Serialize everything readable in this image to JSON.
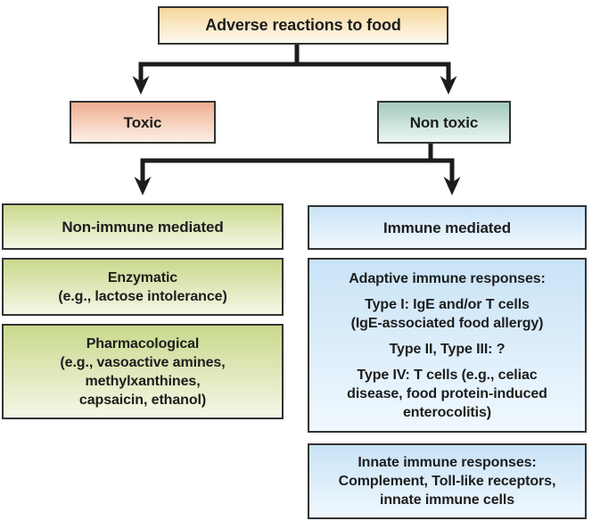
{
  "colors": {
    "text": "#1d1d1d",
    "border": "#333333",
    "line": "#1c1c1c",
    "title_top": "#f7d79c",
    "title_bottom": "#fdf9ee",
    "toxic_top": "#efae90",
    "toxic_bottom": "#fcefe7",
    "nontoxic_top": "#a3cabe",
    "nontoxic_bottom": "#edf6f1",
    "green_top": "#c9d98c",
    "green_bottom": "#f4f7e7",
    "blue_top": "#c9e3f7",
    "blue_bottom": "#f0f8fe"
  },
  "nodes": {
    "root": {
      "label": "Adverse reactions to food"
    },
    "toxic": {
      "label": "Toxic"
    },
    "nontoxic": {
      "label": "Non toxic"
    },
    "non_immune": {
      "label": "Non-immune mediated"
    },
    "enzymatic": {
      "label": "Enzymatic\n(e.g., lactose intolerance)"
    },
    "pharmacological": {
      "label": "Pharmacological\n(e.g., vasoactive amines,\nmethylxanthines,\ncapsaicin, ethanol)"
    },
    "immune": {
      "label": "Immune mediated"
    },
    "adaptive": {
      "heading": "Adaptive immune responses:",
      "type1": "Type I: IgE and/or T cells\n(IgE-associated food allergy)",
      "type2_3": "Type II, Type III: ?",
      "type4": "Type IV: T cells (e.g., celiac\ndisease, food protein-induced\nenterocolitis)"
    },
    "innate": {
      "label": "Innate immune responses:\nComplement, Toll-like receptors,\ninnate immune cells"
    }
  }
}
